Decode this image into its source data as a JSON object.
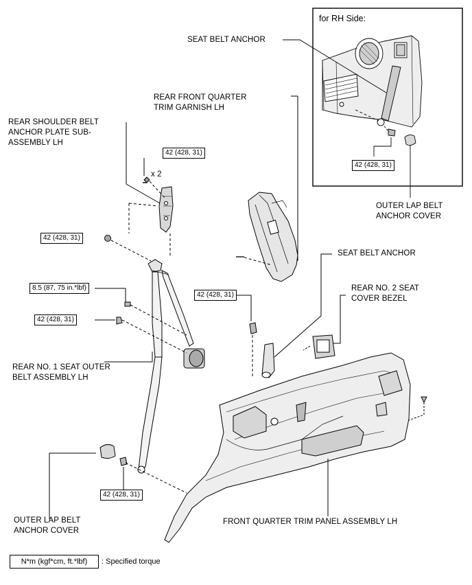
{
  "inset": {
    "title": "for RH Side:",
    "seat_belt_anchor": "SEAT BELT ANCHOR",
    "torque": "42 (428, 31)",
    "outer_lap_belt_anchor_cover": "OUTER LAP BELT\nANCHOR COVER"
  },
  "labels": {
    "rear_front_quarter_trim_garnish": "REAR FRONT QUARTER\nTRIM GARNISH LH",
    "rear_shoulder_belt_anchor_plate": "REAR SHOULDER BELT\nANCHOR PLATE SUB-\nASSEMBLY LH",
    "seat_belt_anchor": "SEAT BELT ANCHOR",
    "rear_no2_seat_cover_bezel": "REAR NO. 2 SEAT\nCOVER BEZEL",
    "rear_no1_seat_outer_belt": "REAR NO. 1 SEAT OUTER\nBELT ASSEMBLY LH",
    "outer_lap_belt_anchor_cover": "OUTER LAP BELT\nANCHOR COVER",
    "front_quarter_trim_panel": "FRONT QUARTER TRIM PANEL ASSEMBLY LH",
    "x2": "x 2"
  },
  "torques": {
    "plate_bolts": "42 (428, 31)",
    "shoulder_anchor_nut": "42 (428, 31)",
    "small_bolt": "8.5 (87, 75 in.*lbf)",
    "retractor_bolt": "42 (428, 31)",
    "anchor_bolt": "42 (428, 31)",
    "lap_bolt": "42 (428, 31)"
  },
  "legend": {
    "box": "N*m (kgf*cm, ft.*lbf)",
    "desc": ": Specified torque"
  },
  "colors": {
    "line": "#000000",
    "shade": "#d6d6d6",
    "dark": "#9a9a9a"
  }
}
